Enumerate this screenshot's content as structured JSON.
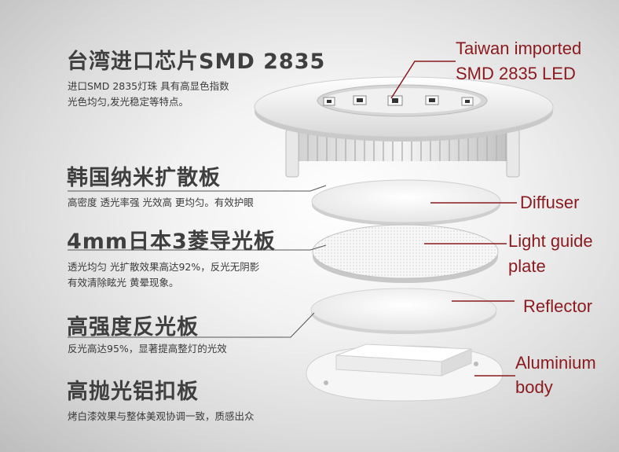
{
  "sections": [
    {
      "title": "台湾进口芯片SMD 2835",
      "desc": [
        "进口SMD 2835灯珠 具有高显色指数",
        "光色均匀,发光稳定等特点。"
      ]
    },
    {
      "title": "韩国纳米扩散板",
      "desc": [
        "高密度 透光率强 光效高 更均匀。有效护眼"
      ]
    },
    {
      "title": "4mm日本3菱导光板",
      "desc": [
        "透光均匀 光扩散效果高达92%，反光无阴影",
        "有效清除眩光 黄晕现象。"
      ]
    },
    {
      "title": "高强度反光板",
      "desc": [
        "反光高达95%，显著提高整灯的光效"
      ]
    },
    {
      "title": "高抛光铝扣板",
      "desc": [
        "烤白漆效果与整体美观协调一致，质感出众"
      ]
    }
  ],
  "labels": {
    "led": [
      "Taiwan imported",
      "SMD 2835 LED"
    ],
    "diffuser": "Diffuser",
    "light_guide": [
      "Light guide",
      "plate"
    ],
    "reflector": "Reflector",
    "aluminium": [
      "Aluminium",
      "body"
    ]
  },
  "colors": {
    "label": "#8b1a1f",
    "heading": "#3f3f3f",
    "leader": "#555555"
  }
}
